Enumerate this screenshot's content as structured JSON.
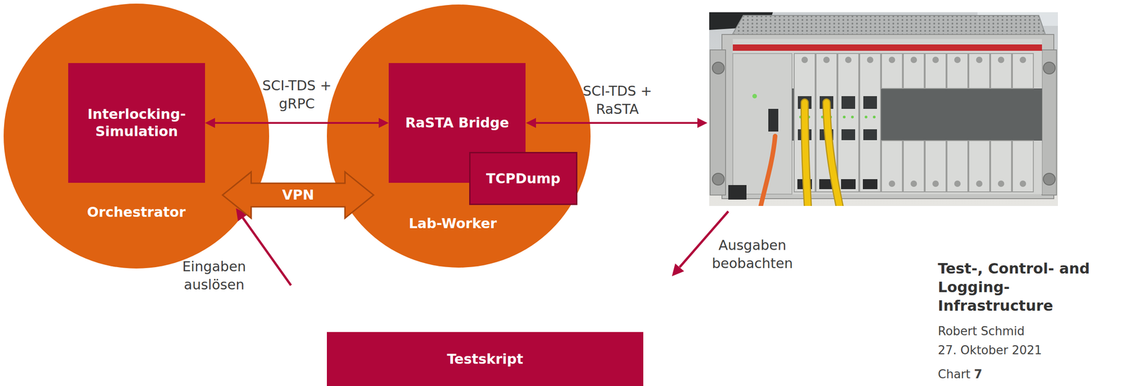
{
  "diagram": {
    "nodes": [
      {
        "text": [
          "Orchestrator"
        ]
      },
      {
        "text": [
          "Interlocking- Simulation"
        ],
        "in": 0
      },
      {
        "text": [
          "Lab-Worker"
        ]
      },
      {
        "text": [
          "RaSTA Bridge"
        ],
        "in": 2
      },
      {
        "text": [
          "TCPDump"
        ],
        "in": 2
      },
      {
        "text": [
          "Testskript"
        ]
      }
    ],
    "edges": [
      {
        "from": 1,
        "to": 3,
        "arrow": "both",
        "label": "SCI-TDS + gRPC"
      },
      {
        "from": 0,
        "to": 2,
        "arrow": "both",
        "label": "VPN"
      }
    ],
    "labels": [
      "SCI-TDS + RaSTA",
      "Eingaben auslösen",
      "Ausgaben beobachten",
      "Test-, Control- and Logging- Infrastructure",
      "Robert Schmid",
      "27. Oktober 2021",
      "Chart",
      "7"
    ]
  }
}
